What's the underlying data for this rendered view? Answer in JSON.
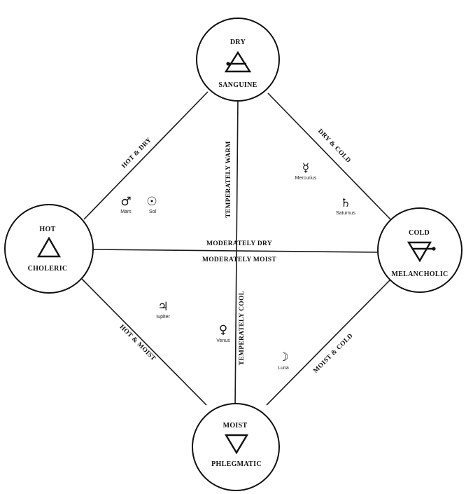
{
  "colors": {
    "ink": "#111111",
    "background": "#ffffff"
  },
  "nodes": {
    "top": {
      "quality": "DRY",
      "temperament": "SANGUINE",
      "symbol": "air-alchemical-symbol"
    },
    "left": {
      "quality": "HOT",
      "temperament": "CHOLERIC",
      "symbol": "fire-alchemical-symbol"
    },
    "right": {
      "quality": "COLD",
      "temperament": "MELANCHOLIC",
      "symbol": "earth-alchemical-symbol"
    },
    "bottom": {
      "quality": "MOIST",
      "temperament": "PHLEGMATIC",
      "symbol": "water-alchemical-symbol"
    }
  },
  "edges": {
    "top_left": "HOT & DRY",
    "top_right": "DRY & COLD",
    "bottom_left": "HOT & MOIST",
    "bottom_right": "MOIST & COLD",
    "vertical_upper": "TEMPERATELY WARM",
    "vertical_lower": "TEMPERATELY COOL",
    "horizontal_upper": "MODERATELY DRY",
    "horizontal_lower": "MODERATELY MOIST"
  },
  "planets": {
    "mars": {
      "glyph": "♂",
      "name": "Mars"
    },
    "sol": {
      "glyph": "☉",
      "name": "Sol"
    },
    "mercurius": {
      "glyph": "☿",
      "name": "Mercurius"
    },
    "saturnus": {
      "glyph": "♄",
      "name": "Saturnus"
    },
    "iupiter": {
      "glyph": "♃",
      "name": "Iupiter"
    },
    "venus": {
      "glyph": "♀",
      "name": "Venus"
    },
    "luna": {
      "glyph": "☽",
      "name": "Luna"
    }
  }
}
